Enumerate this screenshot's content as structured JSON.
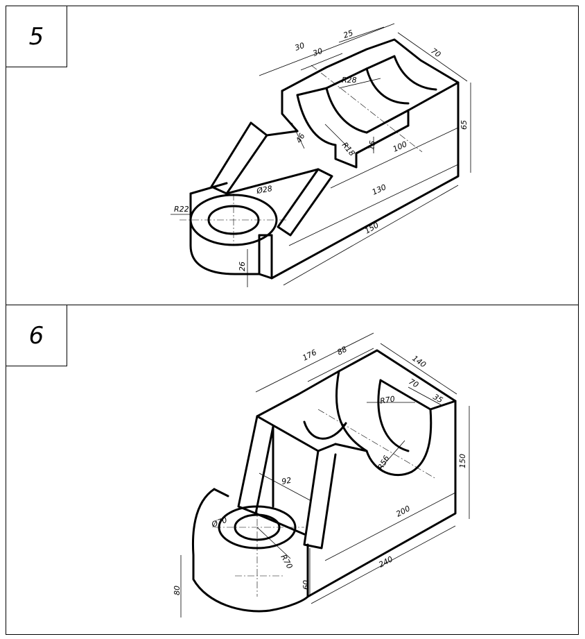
{
  "figures": [
    {
      "number": "5",
      "dimensions": {
        "d30a": "30",
        "d30b": "30",
        "d25": "25",
        "d70": "70",
        "r28": "R28",
        "d46": "46",
        "r18": "R18",
        "d15": "15",
        "d65": "65",
        "d100": "100",
        "d130": "130",
        "d150": "150",
        "dia28": "Ø28",
        "r22": "R22",
        "d26": "26"
      }
    },
    {
      "number": "6",
      "dimensions": {
        "d176": "176",
        "d88": "88",
        "d140": "140",
        "d70": "70",
        "d35": "35",
        "r70": "R70",
        "r56": "R56",
        "d150": "150",
        "d92": "92",
        "d200": "200",
        "dia70": "Ø70",
        "r70b": "R70",
        "d240": "240",
        "d80": "80",
        "d60": "60"
      }
    }
  ]
}
